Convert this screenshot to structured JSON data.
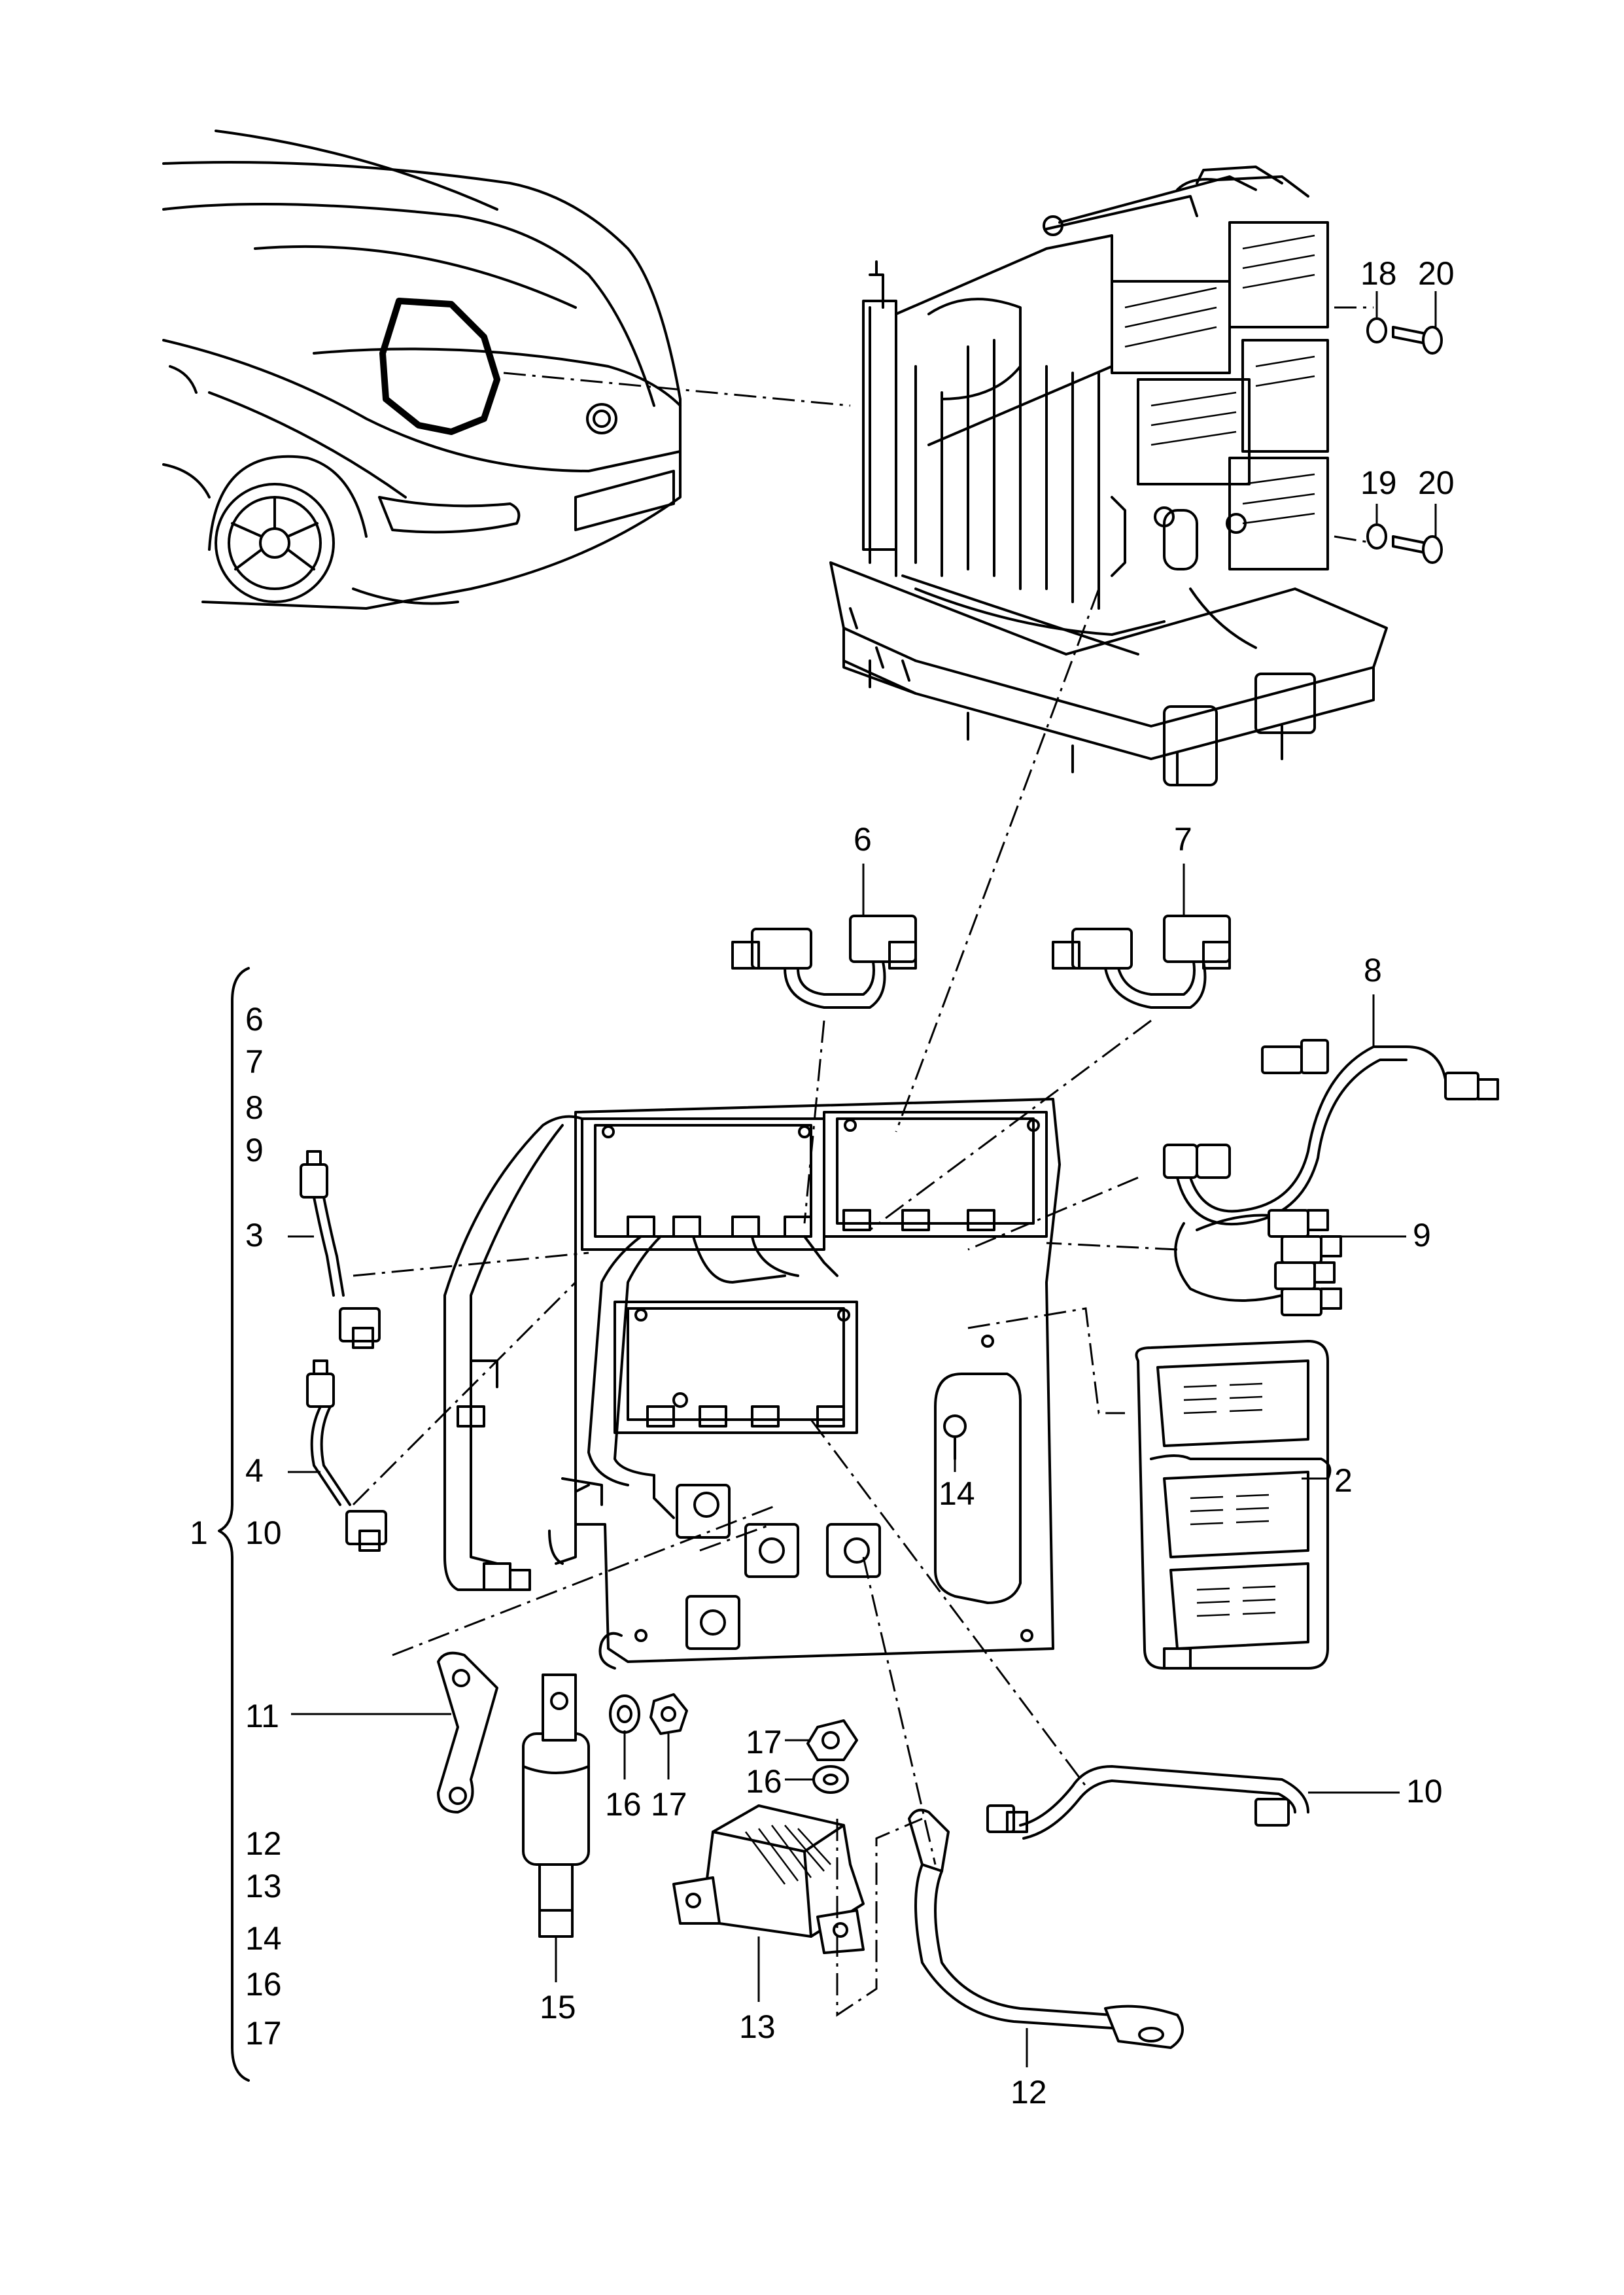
{
  "callouts": {
    "c1": "1",
    "c2": "2",
    "c3": "3",
    "c4": "4",
    "c6": "6",
    "c7": "7",
    "c8": "8",
    "c9": "9",
    "c10": "10",
    "c11": "11",
    "c12": "12",
    "c13": "13",
    "c14": "14",
    "c15": "15",
    "c16a": "16",
    "c16b": "16",
    "c17a": "17",
    "c17b": "17",
    "c18": "18",
    "c19": "19",
    "c20a": "20",
    "c20b": "20"
  },
  "group_list": [
    "6",
    "7",
    "8",
    "9",
    "3",
    "4",
    "10",
    "12",
    "13",
    "14",
    "16",
    "17"
  ]
}
